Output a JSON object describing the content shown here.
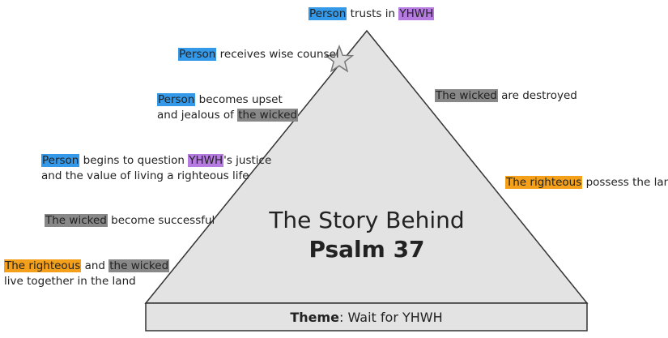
{
  "colors": {
    "person": "#3399e8",
    "yhwh": "#b57be0",
    "wicked": "#888888",
    "righteous": "#f5a01a",
    "triangle_fill": "#e3e3e3",
    "outline": "#333333",
    "star_fill": "#dddddd",
    "star_stroke": "#777777"
  },
  "icons": {
    "star": "star-icon"
  },
  "diagram": {
    "type": "plot-pyramid",
    "title": {
      "line1": "The Story Behind",
      "line2": "Psalm 37"
    },
    "theme": {
      "label": "Theme",
      "separator": ": ",
      "value": "Wait for YHWH"
    },
    "left_side": [
      {
        "line1": {
          "part1": "Person",
          "part2": " trusts in ",
          "part3": "YHWH"
        }
      },
      {
        "line1": {
          "part1": "Person",
          "part2": " receives wise counsel"
        }
      },
      {
        "line1": {
          "part1": "Person",
          "part2": " becomes upset"
        },
        "line2": {
          "part1": "and jealous of ",
          "part2": "the wicked"
        }
      },
      {
        "line1": {
          "part1": "Person",
          "part2": " begins to question ",
          "part3": "YHWH",
          "part4": "'s justice"
        },
        "line2": {
          "part1": "and the value of living a righteous life"
        }
      },
      {
        "line1": {
          "part1": "The wicked",
          "part2": " become successful"
        }
      },
      {
        "line1": {
          "part1": "The righteous",
          "part2": " and ",
          "part3": "the wicked"
        },
        "line2": {
          "part1": "live together in the land"
        }
      }
    ],
    "right_side": [
      {
        "line1": {
          "part1": "The wicked",
          "part2": " are destroyed"
        }
      },
      {
        "line1": {
          "part1": "The righteous",
          "part2": " possess the land"
        }
      }
    ]
  }
}
